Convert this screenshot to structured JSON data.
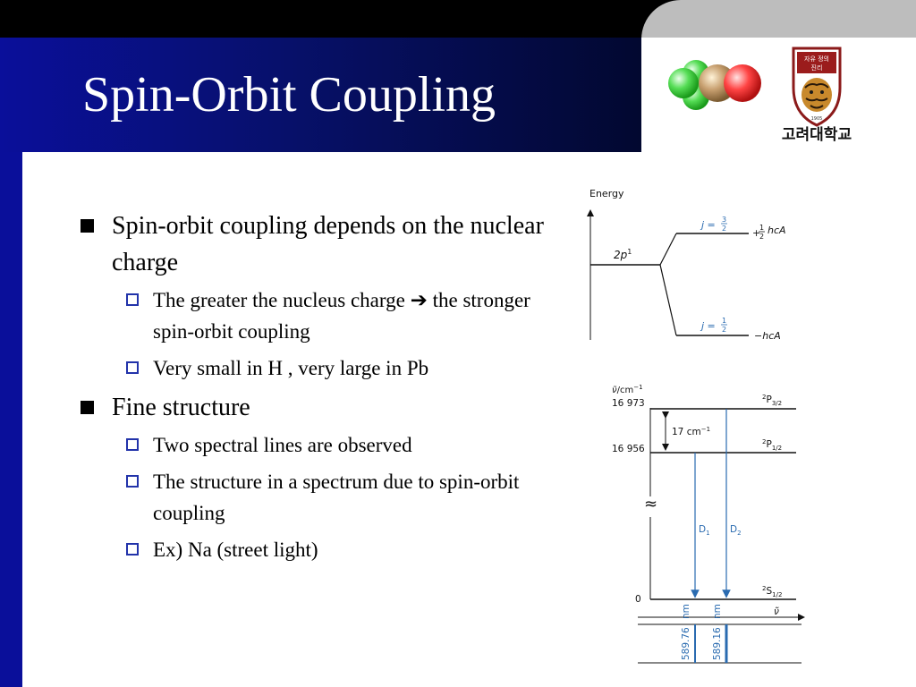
{
  "slide": {
    "title": "Spin-Orbit Coupling",
    "colors": {
      "header_blue": "#0a0f9a",
      "bullet_blue": "#2233aa",
      "line_blue": "#2a6bb0"
    }
  },
  "bullets": [
    {
      "text": "Spin-orbit coupling depends on the nuclear charge",
      "sub": [
        {
          "text": "The greater the nucleus charge",
          "arrow": "➔",
          "text_after": "the stronger spin-orbit coupling"
        },
        {
          "text": "Very small in H , very large in Pb"
        }
      ]
    },
    {
      "text": "Fine structure",
      "sub": [
        {
          "text": "Two spectral lines are observed"
        },
        {
          "text": "The structure in a spectrum due to spin-orbit coupling"
        },
        {
          "text": "Ex) Na (street light)"
        }
      ]
    }
  ],
  "logo": {
    "university_name": "고려대학교",
    "seal_text_top": "자유 정의",
    "seal_text_mid": "진리",
    "seal_year": "1905"
  },
  "energy_diagram": {
    "axis_label": "Energy",
    "level_label_base": "2p",
    "level_label_sup": "1",
    "upper_j_prefix": "j = ",
    "upper_j_num": "3",
    "upper_j_den": "2",
    "upper_energy_sign": "+",
    "upper_energy_num": "1",
    "upper_energy_den": "2",
    "upper_energy_suffix": "hcA",
    "lower_j_prefix": "j = ",
    "lower_j_num": "1",
    "lower_j_den": "2",
    "lower_energy": "−hcA"
  },
  "na_diagram": {
    "axis_label_symbol": "ν̃",
    "axis_label_unit": "/cm",
    "axis_label_exp": "−1",
    "tick_upper": "16 973",
    "tick_mid": "16 956",
    "tick_zero": "0",
    "gap_value": "17 cm",
    "gap_exp": "−1",
    "level_p32": {
      "sup": "2",
      "base": "P",
      "sub": "3/2"
    },
    "level_p12": {
      "sup": "2",
      "base": "P",
      "sub": "1/2"
    },
    "level_s12": {
      "sup": "2",
      "base": "S",
      "sub": "1/2"
    },
    "line_d1": {
      "base": "D",
      "sub": "1"
    },
    "line_d2": {
      "base": "D",
      "sub": "2"
    },
    "break_mark": "≈",
    "spectrum_axis": "ν̃",
    "wavelength_d1": "589.76",
    "wavelength_d2": "589.16",
    "unit": "nm"
  }
}
